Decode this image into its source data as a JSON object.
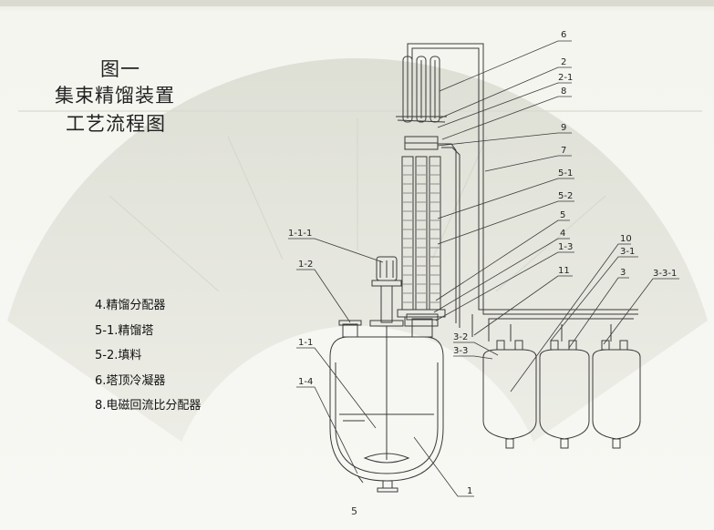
{
  "title": {
    "line1": "图一",
    "line2": "集束精馏装置",
    "line3": "工艺流程图"
  },
  "legend": [
    "4.精馏分配器",
    "5-1.精馏塔",
    "5-2.填料",
    "6.塔顶冷凝器",
    "8.电磁回流比分配器"
  ],
  "callouts": {
    "c6": "6",
    "c2": "2",
    "c2_1": "2-1",
    "c8": "8",
    "c9": "9",
    "c7": "7",
    "c5_1": "5-1",
    "c5_2": "5-2",
    "c5": "5",
    "c4": "4",
    "c1_3": "1-3",
    "c11": "11",
    "c10": "10",
    "c3_1": "3-1",
    "c3": "3",
    "c3_3_1": "3-3-1",
    "c1_1_1": "1-1-1",
    "c1_2": "1-2",
    "c1_1": "1-1",
    "c1_4": "1-4",
    "c1": "1",
    "c3_2": "3-2",
    "c3_3": "3-3"
  },
  "page_number": "5",
  "colors": {
    "line": "#3a3a3a",
    "background": "#f5f5f0",
    "fan": "#dcddd3"
  }
}
